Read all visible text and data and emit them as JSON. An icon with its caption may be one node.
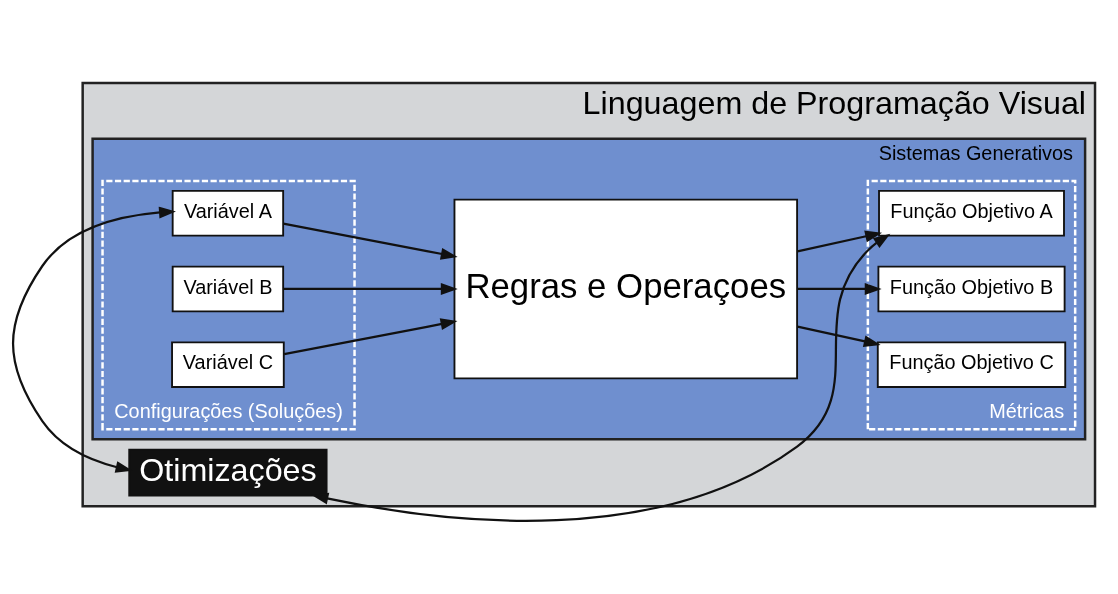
{
  "diagram": {
    "nodes": [
      {
        "text": [
          "Linguagem de Programação Visual"
        ]
      },
      {
        "text": [
          "Sistemas Generativos"
        ],
        "in": 0
      },
      {
        "text": [
          "Configurações (Soluções)"
        ],
        "in": 1
      },
      {
        "text": [
          "Variável A"
        ],
        "in": 2
      },
      {
        "text": [
          "Variável B"
        ],
        "in": 2
      },
      {
        "text": [
          "Variável C"
        ],
        "in": 2
      },
      {
        "text": [
          "Regras e Operaçoes"
        ],
        "in": 1
      },
      {
        "text": [
          "Métricas"
        ],
        "in": 1
      },
      {
        "text": [
          "Função Objetivo A"
        ],
        "in": 7
      },
      {
        "text": [
          "Função Objetivo B"
        ],
        "in": 7
      },
      {
        "text": [
          "Função Objetivo C"
        ],
        "in": 7
      },
      {
        "text": [
          "Otimizações"
        ],
        "in": 0
      }
    ],
    "edges": [
      {
        "from": 3,
        "to": 6,
        "arrow": "to"
      },
      {
        "from": 4,
        "to": 6,
        "arrow": "to"
      },
      {
        "from": 5,
        "to": 6,
        "arrow": "to"
      },
      {
        "from": 6,
        "to": 8,
        "arrow": "to"
      },
      {
        "from": 6,
        "to": 9,
        "arrow": "to"
      },
      {
        "from": 6,
        "to": 10,
        "arrow": "to"
      },
      {
        "from": 11,
        "to": 3,
        "arrow": "both"
      },
      {
        "from": 11,
        "to": 8,
        "arrow": "both"
      }
    ]
  }
}
